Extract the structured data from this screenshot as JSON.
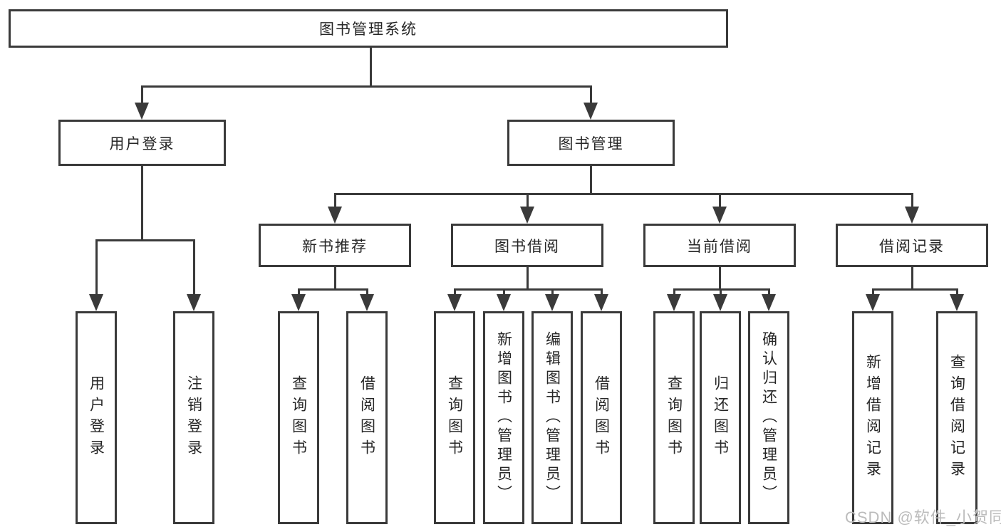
{
  "diagram_title": "图书管理系统",
  "nodes": {
    "root": "图书管理系统",
    "user_login": "用户登录",
    "book_management": "图书管理",
    "new_book_recommend": "新书推荐",
    "book_borrow": "图书借阅",
    "current_borrow": "当前借阅",
    "borrow_record": "借阅记录",
    "leaf_user_login": "用户登录",
    "leaf_logout": "注销登录",
    "leaf_nbr_query_books": "查询图书",
    "leaf_nbr_borrow_books": "借阅图书",
    "leaf_bb_query_books": "查询图书",
    "leaf_bb_add_books": "新增图书（管理员）",
    "leaf_bb_edit_books": "编辑图书（管理员）",
    "leaf_bb_borrow_books": "借阅图书",
    "leaf_cb_query_books": "查询图书",
    "leaf_cb_return_books": "归还图书",
    "leaf_cb_confirm_return": "确认归还（管理员）",
    "leaf_br_add_record": "新增借阅记录",
    "leaf_br_query_record": "查询借阅记录"
  },
  "hierarchy": {
    "root": "图书管理系统",
    "children": [
      {
        "label": "用户登录",
        "children": [
          "用户登录",
          "注销登录"
        ]
      },
      {
        "label": "图书管理",
        "children": [
          {
            "label": "新书推荐",
            "children": [
              "查询图书",
              "借阅图书"
            ]
          },
          {
            "label": "图书借阅",
            "children": [
              "查询图书",
              "新增图书（管理员）",
              "编辑图书（管理员）",
              "借阅图书"
            ]
          },
          {
            "label": "当前借阅",
            "children": [
              "查询图书",
              "归还图书",
              "确认归还（管理员）"
            ]
          },
          {
            "label": "借阅记录",
            "children": [
              "新增借阅记录",
              "查询借阅记录"
            ]
          }
        ]
      }
    ]
  },
  "watermark": {
    "text": "CSDN @软件_小贺同学"
  },
  "colors": {
    "line": "#3a3a3a",
    "text": "#262626",
    "box_background": "#ffffff",
    "page_background": "#ffffff",
    "watermark": "#bcbcbc"
  }
}
